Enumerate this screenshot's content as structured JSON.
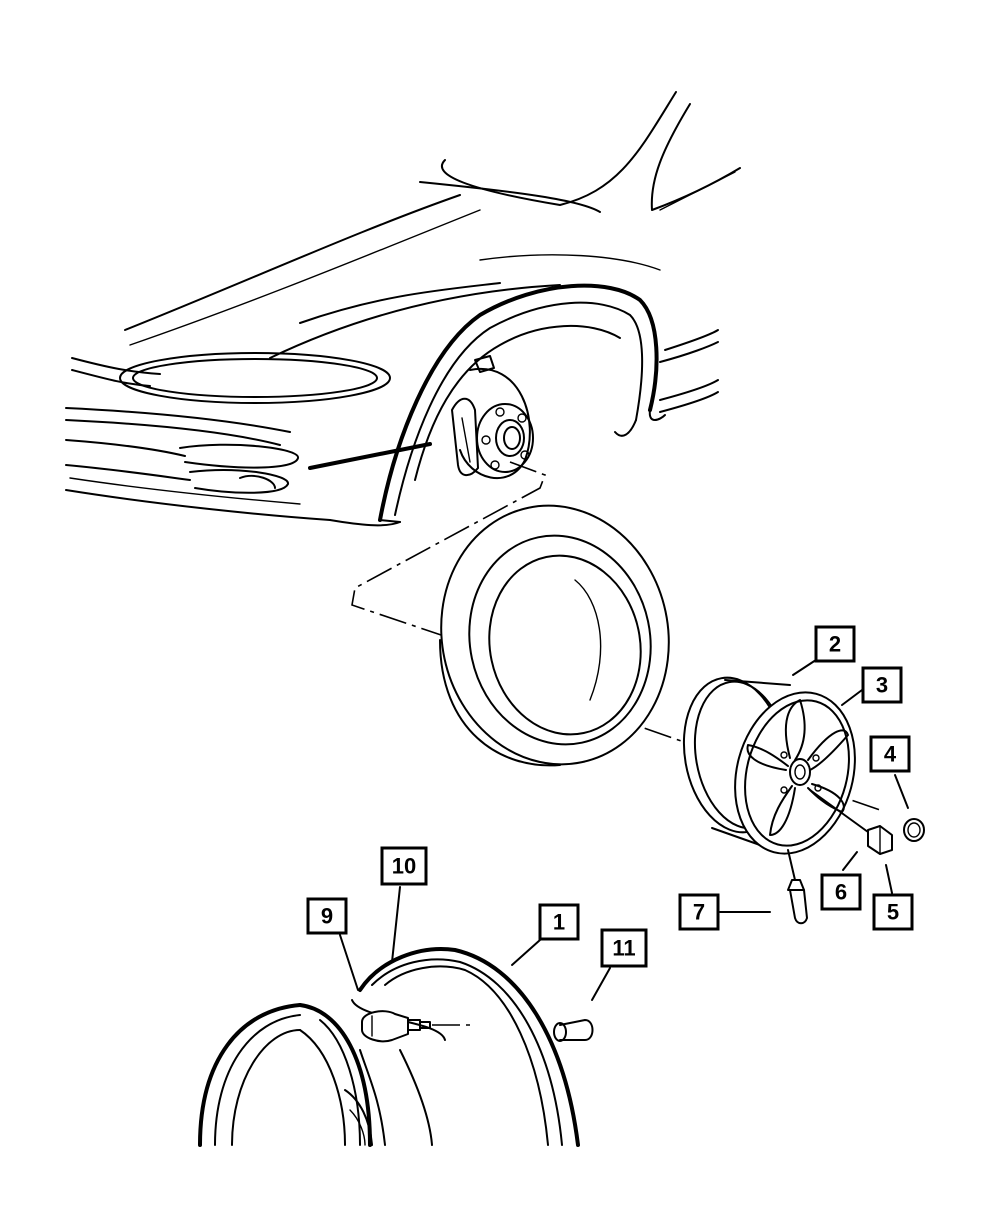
{
  "callouts": [
    {
      "id": "1",
      "label": "1"
    },
    {
      "id": "2",
      "label": "2"
    },
    {
      "id": "3",
      "label": "3"
    },
    {
      "id": "4",
      "label": "4"
    },
    {
      "id": "5",
      "label": "5"
    },
    {
      "id": "6",
      "label": "6"
    },
    {
      "id": "7",
      "label": "7"
    },
    {
      "id": "9",
      "label": "9"
    },
    {
      "id": "10",
      "label": "10"
    },
    {
      "id": "11",
      "label": "11"
    }
  ]
}
